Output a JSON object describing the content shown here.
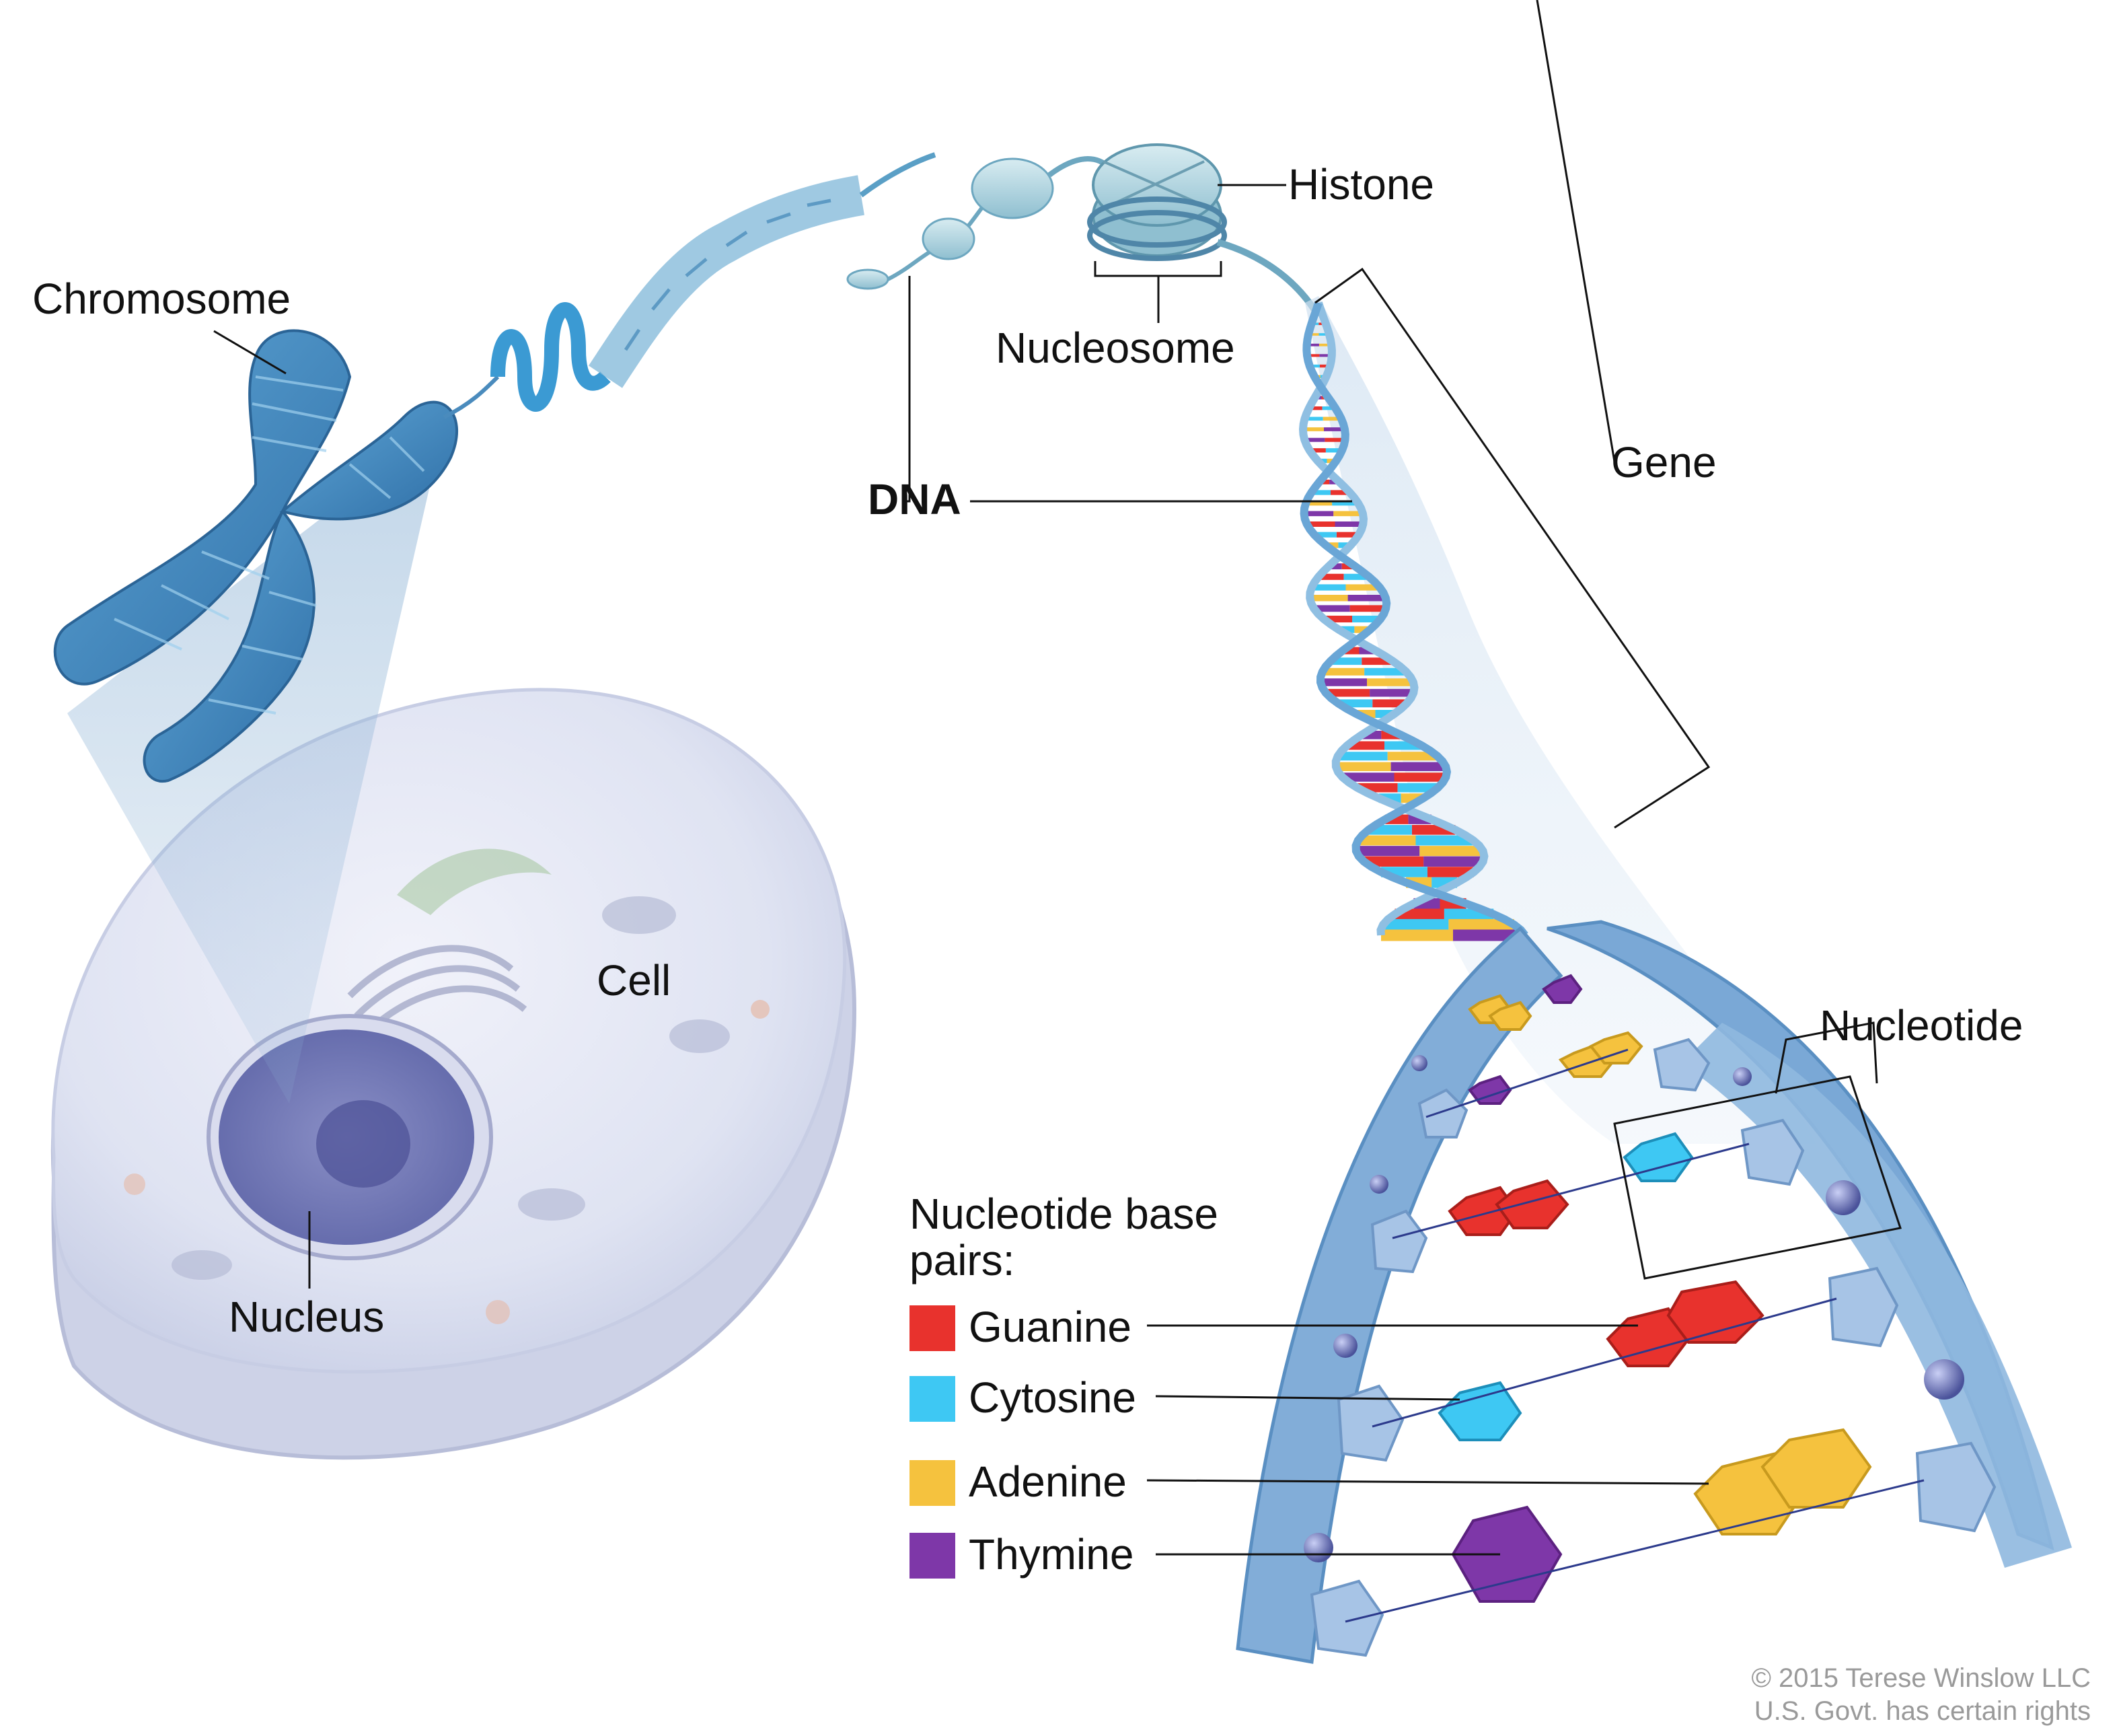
{
  "labels": {
    "histone": "Histone",
    "chromosome": "Chromosome",
    "nucleosome": "Nucleosome",
    "dna": "DNA",
    "gene": "Gene",
    "cell": "Cell",
    "nucleotide": "Nucleotide",
    "nucleus": "Nucleus"
  },
  "legend": {
    "title": "Nucleotide base pairs:",
    "items": [
      {
        "label": "Guanine",
        "color": "#e8322d"
      },
      {
        "label": "Cytosine",
        "color": "#3ec8f3"
      },
      {
        "label": "Adenine",
        "color": "#f5c23e"
      },
      {
        "label": "Thymine",
        "color": "#7e37a8"
      }
    ]
  },
  "credit": {
    "line1": "© 2015 Terese Winslow LLC",
    "line2": "U.S. Govt. has certain rights"
  }
}
